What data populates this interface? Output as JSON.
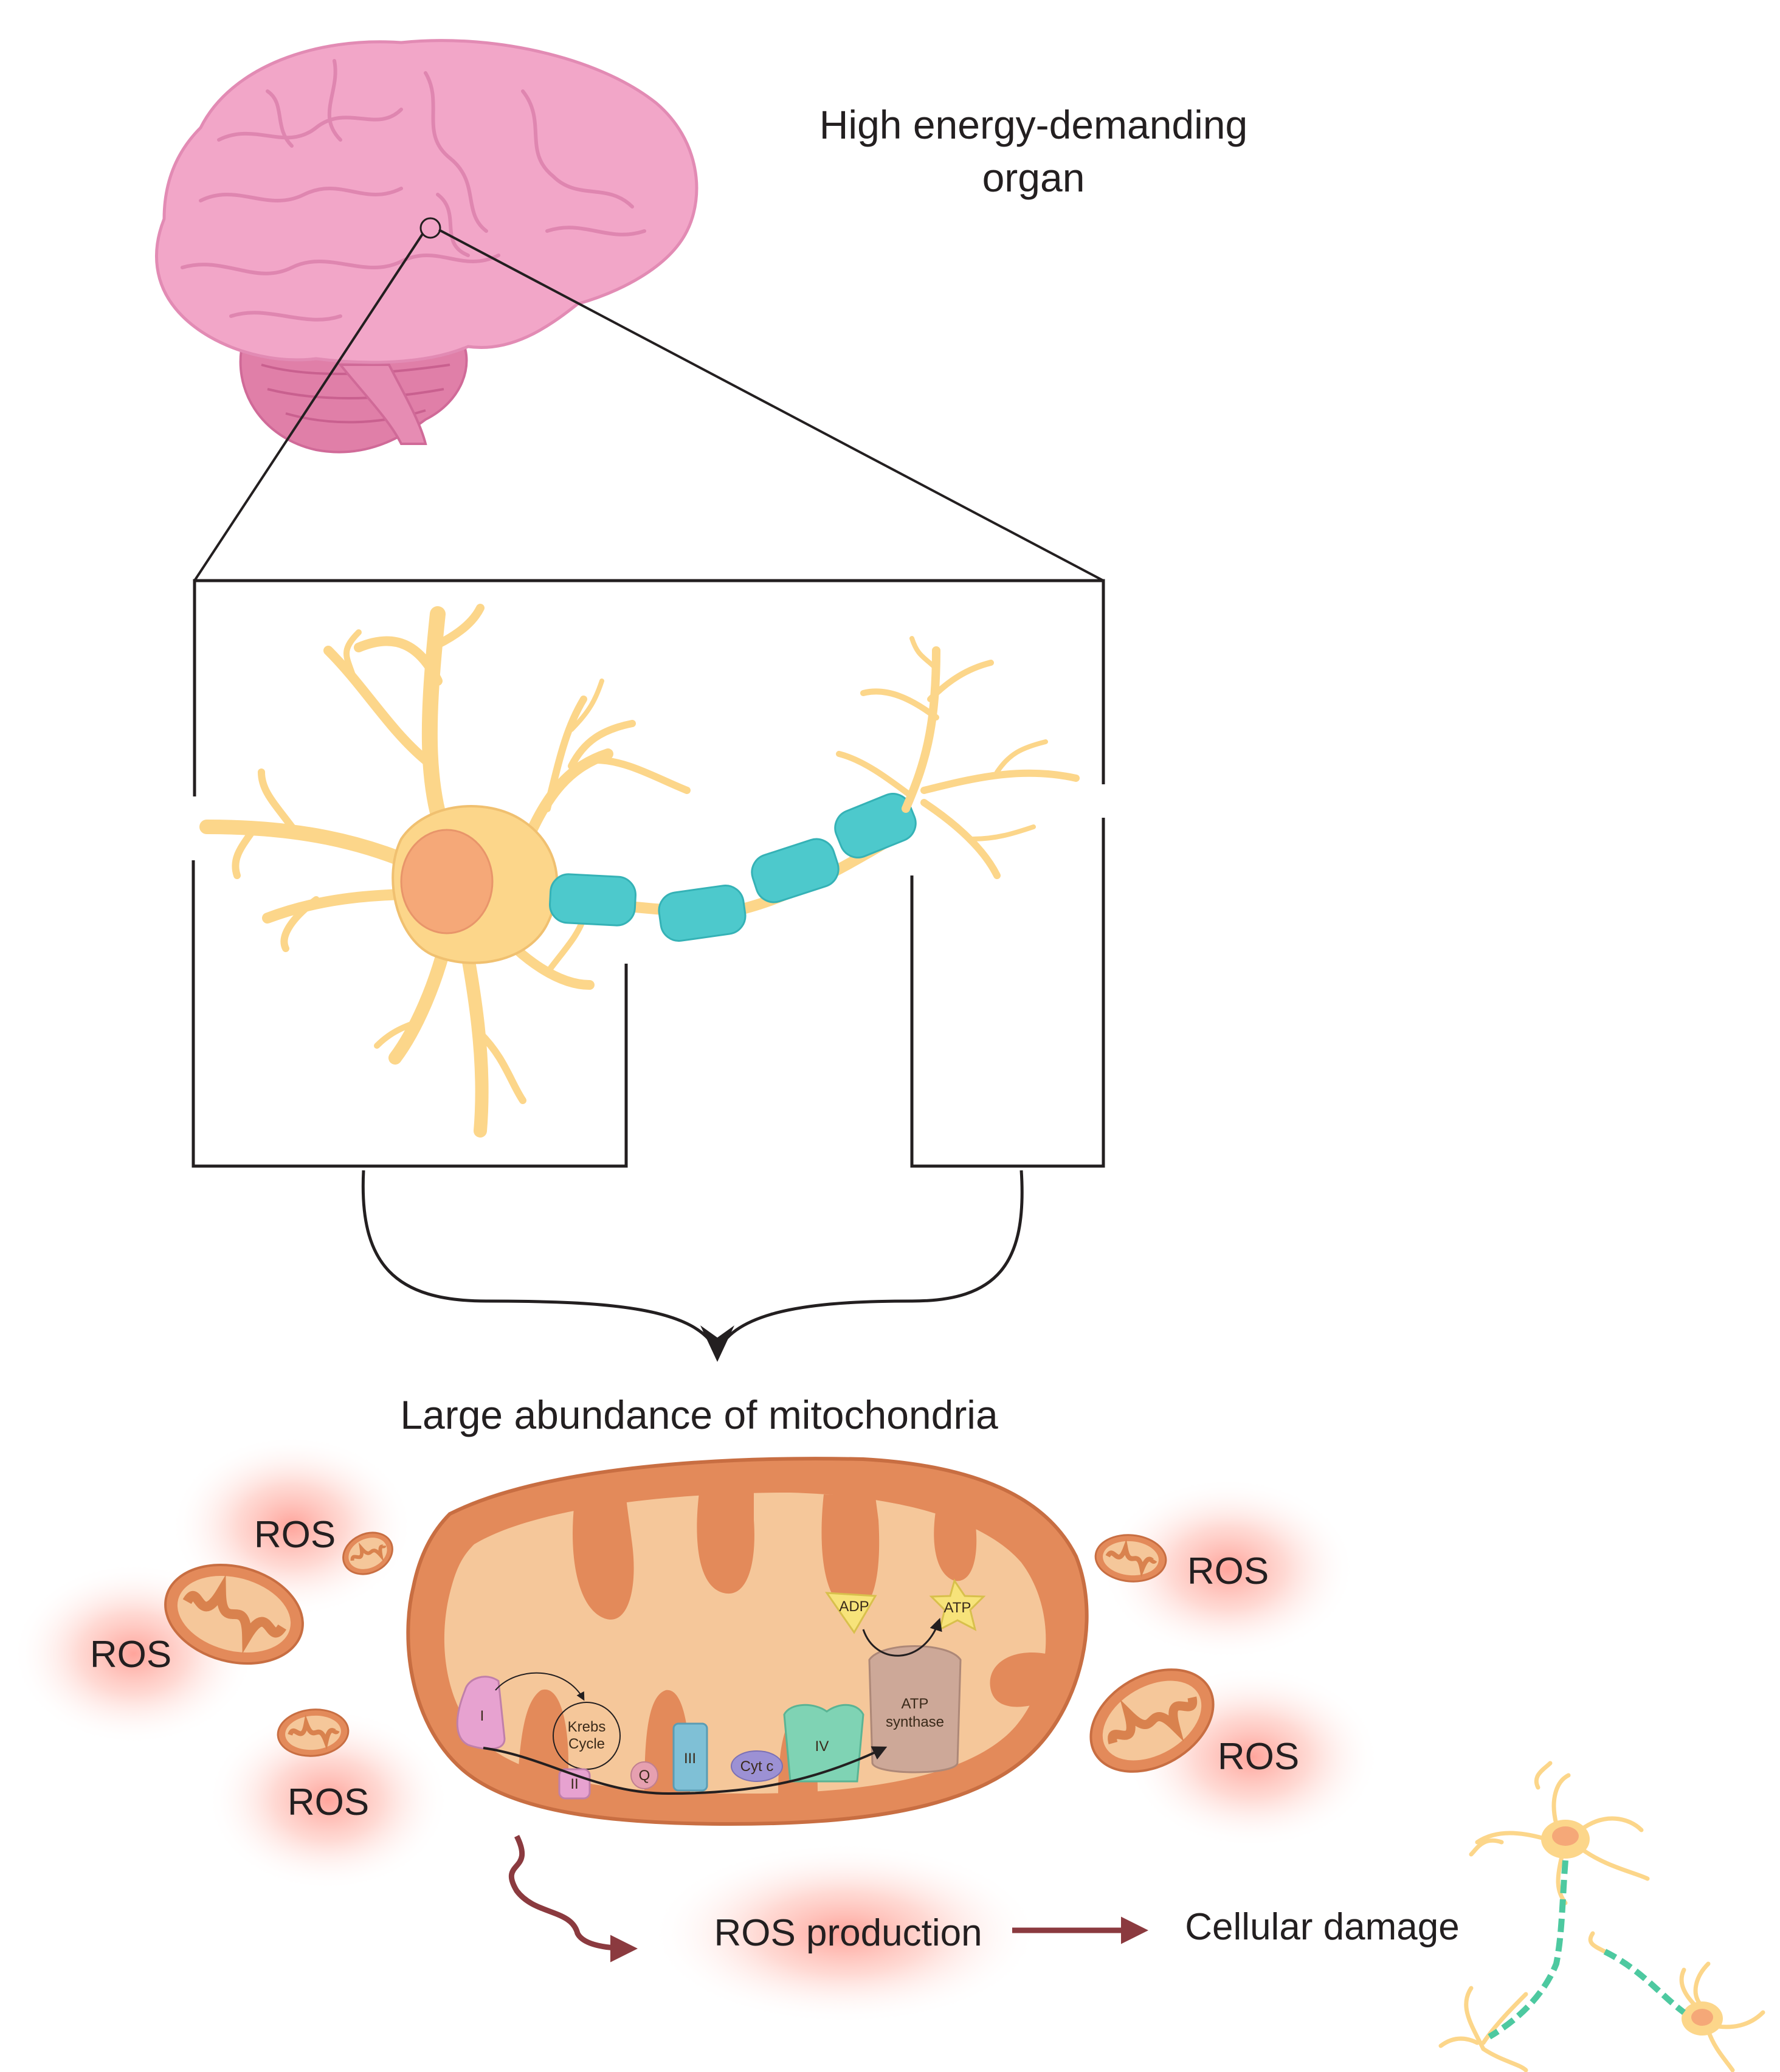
{
  "header": {
    "organ_line1": "High energy-demanding",
    "organ_line2": "organ"
  },
  "mito_label": "Large abundance of mitochondria",
  "ros_labels": [
    "ROS",
    "ROS",
    "ROS",
    "ROS",
    "ROS"
  ],
  "flow": {
    "ros_production": "ROS production",
    "cellular_damage": "Cellular damage"
  },
  "etc": {
    "complex_1": "I",
    "complex_2": "II",
    "complex_3": "III",
    "complex_4": "IV",
    "q": "Q",
    "cyt_c": "Cyt c",
    "krebs_line1": "Krebs",
    "krebs_line2": "Cycle",
    "atp_synthase_line1": "ATP",
    "atp_synthase_line2": "synthase",
    "adp": "ADP",
    "atp": "ATP"
  },
  "colors": {
    "brain": "#f2a6c8",
    "brain_dark": "#e58cb2",
    "neuron": "#fcd68a",
    "nucleus": "#f5a878",
    "myelin": "#4dc9cc",
    "mito_outer": "#e38a5a",
    "mito_inner": "#f5c79a",
    "ros_glow": "#ff6b5b",
    "flow_arrow": "#8b3a3f"
  }
}
